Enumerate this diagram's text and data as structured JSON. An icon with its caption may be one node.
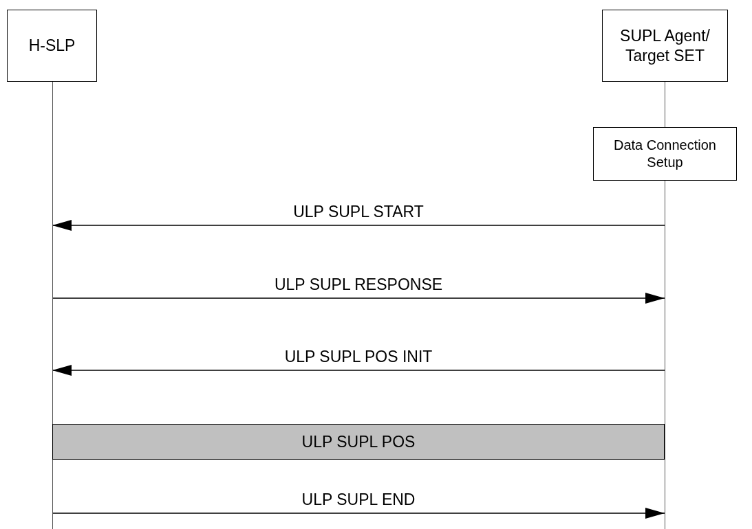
{
  "diagram": {
    "nodes": [
      {
        "text": [
          "H-SLP"
        ]
      },
      {
        "text": [
          "SUPL Agent/ Target SET"
        ]
      },
      {
        "text": [
          "Data Connection Setup"
        ]
      },
      {
        "text": [
          "ULP SUPL POS"
        ]
      },
      {
        "text": [],
        "shape": "line"
      },
      {
        "text": [],
        "shape": "line"
      }
    ],
    "edges": [
      {
        "from": 5,
        "to": 4,
        "arrow": "to",
        "label": "ULP SUPL START"
      },
      {
        "from": 4,
        "to": 5,
        "arrow": "to",
        "label": "ULP SUPL RESPONSE"
      },
      {
        "from": 5,
        "to": 4,
        "arrow": "to",
        "label": "ULP SUPL POS INIT"
      },
      {
        "from": 4,
        "to": 5,
        "arrow": "to",
        "label": "ULP SUPL END"
      },
      {
        "from": 1,
        "to": 2,
        "arrow": "none",
        "color": "#555555"
      }
    ]
  }
}
